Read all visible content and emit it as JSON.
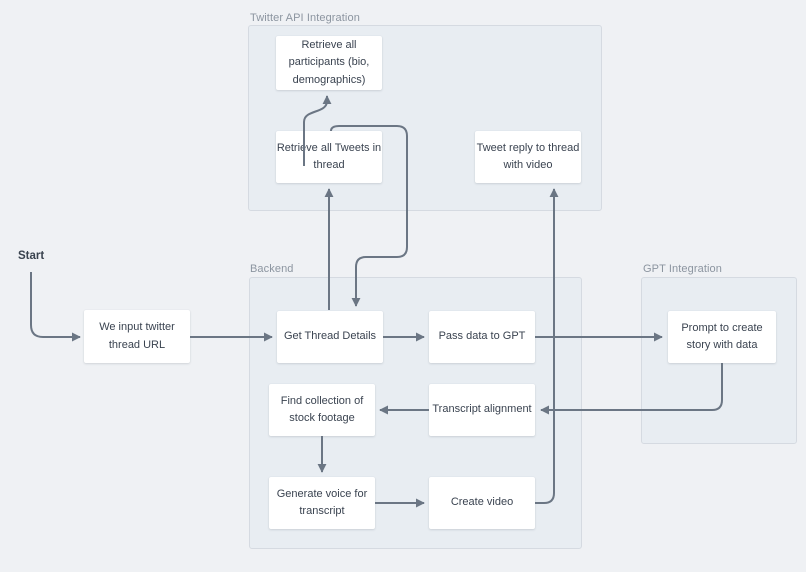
{
  "diagram_type": "flowchart",
  "colors": {
    "canvas_background": "#eff1f4",
    "container_fill": "#ecf0f4",
    "container_border": "#d5dae1",
    "container_label": "#8c95a0",
    "node_fill": "#ffffff",
    "node_text": "#3a4350",
    "connector": "#6b7684"
  },
  "start_label": "Start",
  "containers": {
    "twitter": {
      "label": "Twitter API Integration"
    },
    "backend": {
      "label": "Backend"
    },
    "gpt": {
      "label": "GPT Integration"
    }
  },
  "nodes": {
    "retrieve_participants": {
      "label": "Retrieve all participants (bio, demographics)",
      "container": "Twitter API Integration"
    },
    "retrieve_tweets": {
      "label": "Retrieve all Tweets in thread",
      "container": "Twitter API Integration"
    },
    "tweet_reply": {
      "label": "Tweet reply to thread with video",
      "container": "Twitter API Integration"
    },
    "input_url": {
      "label": "We input twitter thread URL",
      "container": ""
    },
    "get_thread_details": {
      "label": "Get Thread Details",
      "container": "Backend"
    },
    "pass_data_gpt": {
      "label": "Pass data to GPT",
      "container": "Backend"
    },
    "prompt_story": {
      "label": "Prompt to create story with data",
      "container": "GPT Integration"
    },
    "find_footage": {
      "label": "Find collection of stock footage",
      "container": "Backend"
    },
    "transcript_alignment": {
      "label": "Transcript alignment",
      "container": "Backend"
    },
    "generate_voice": {
      "label": "Generate voice for transcript",
      "container": "Backend"
    },
    "create_video": {
      "label": "Create video",
      "container": "Backend"
    }
  },
  "edges": [
    {
      "from": "Start",
      "to": "We input twitter thread URL"
    },
    {
      "from": "We input twitter thread URL",
      "to": "Get Thread Details"
    },
    {
      "from": "Get Thread Details",
      "to": "Retrieve all Tweets in thread"
    },
    {
      "from": "Retrieve all Tweets in thread",
      "to": "Get Thread Details"
    },
    {
      "from": "Retrieve all Tweets in thread",
      "to": "Retrieve all participants (bio, demographics)"
    },
    {
      "from": "Get Thread Details",
      "to": "Pass data to GPT"
    },
    {
      "from": "Pass data to GPT",
      "to": "Prompt to create story with data"
    },
    {
      "from": "Prompt to create story with data",
      "to": "Transcript alignment"
    },
    {
      "from": "Transcript alignment",
      "to": "Find collection of stock footage"
    },
    {
      "from": "Find collection of stock footage",
      "to": "Generate voice for transcript"
    },
    {
      "from": "Generate voice for transcript",
      "to": "Create video"
    },
    {
      "from": "Create video",
      "to": "Tweet reply to thread with video"
    }
  ]
}
